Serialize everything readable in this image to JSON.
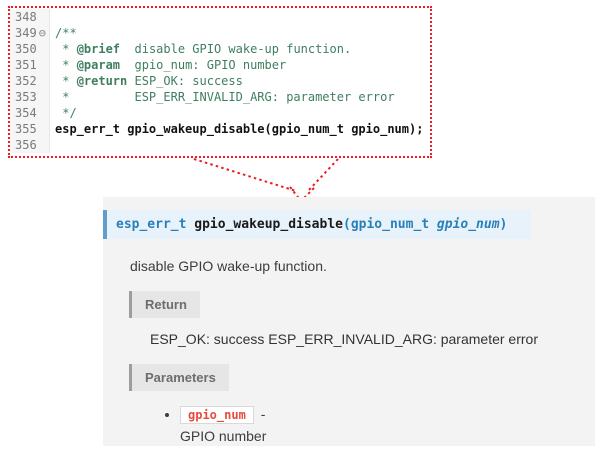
{
  "editor": {
    "lines": [
      {
        "num": "348"
      },
      {
        "num": "349",
        "fold": "⊖",
        "c1": "/**"
      },
      {
        "num": "350",
        "c1": " * ",
        "tag": "@brief",
        "c2": "  disable GPIO wake-up function."
      },
      {
        "num": "351",
        "c1": " * ",
        "tag": "@param",
        "c2": "  gpio_num: GPIO number"
      },
      {
        "num": "352",
        "c1": " * ",
        "tag": "@return",
        "c2": " ESP_OK: success"
      },
      {
        "num": "353",
        "c1": " *         ESP_ERR_INVALID_ARG: parameter error"
      },
      {
        "num": "354",
        "c1": " */"
      },
      {
        "num": "355",
        "code": "esp_err_t gpio_wakeup_disable(gpio_num_t gpio_num);"
      },
      {
        "num": "356"
      }
    ]
  },
  "doc": {
    "signature": {
      "return_type": "esp_err_t ",
      "name": "gpio_wakeup_disable",
      "open_paren": "(",
      "param_type": "gpio_num_t ",
      "param_name": "gpio_num",
      "close_paren": ")"
    },
    "description": "disable GPIO wake-up function.",
    "return_label": "Return",
    "return_text": "ESP_OK: success ESP_ERR_INVALID_ARG: parameter error",
    "parameters_label": "Parameters",
    "parameters": {
      "item": {
        "name": "gpio_num",
        "dash": "-",
        "desc": "GPIO number"
      }
    }
  },
  "colors": {
    "highlight_red": "#ed1c24",
    "signature_blue": "#2980b9",
    "signature_bg": "#e7f2fa",
    "comment_green": "#3f7f5f",
    "inline_code_red": "#e74c3c"
  }
}
